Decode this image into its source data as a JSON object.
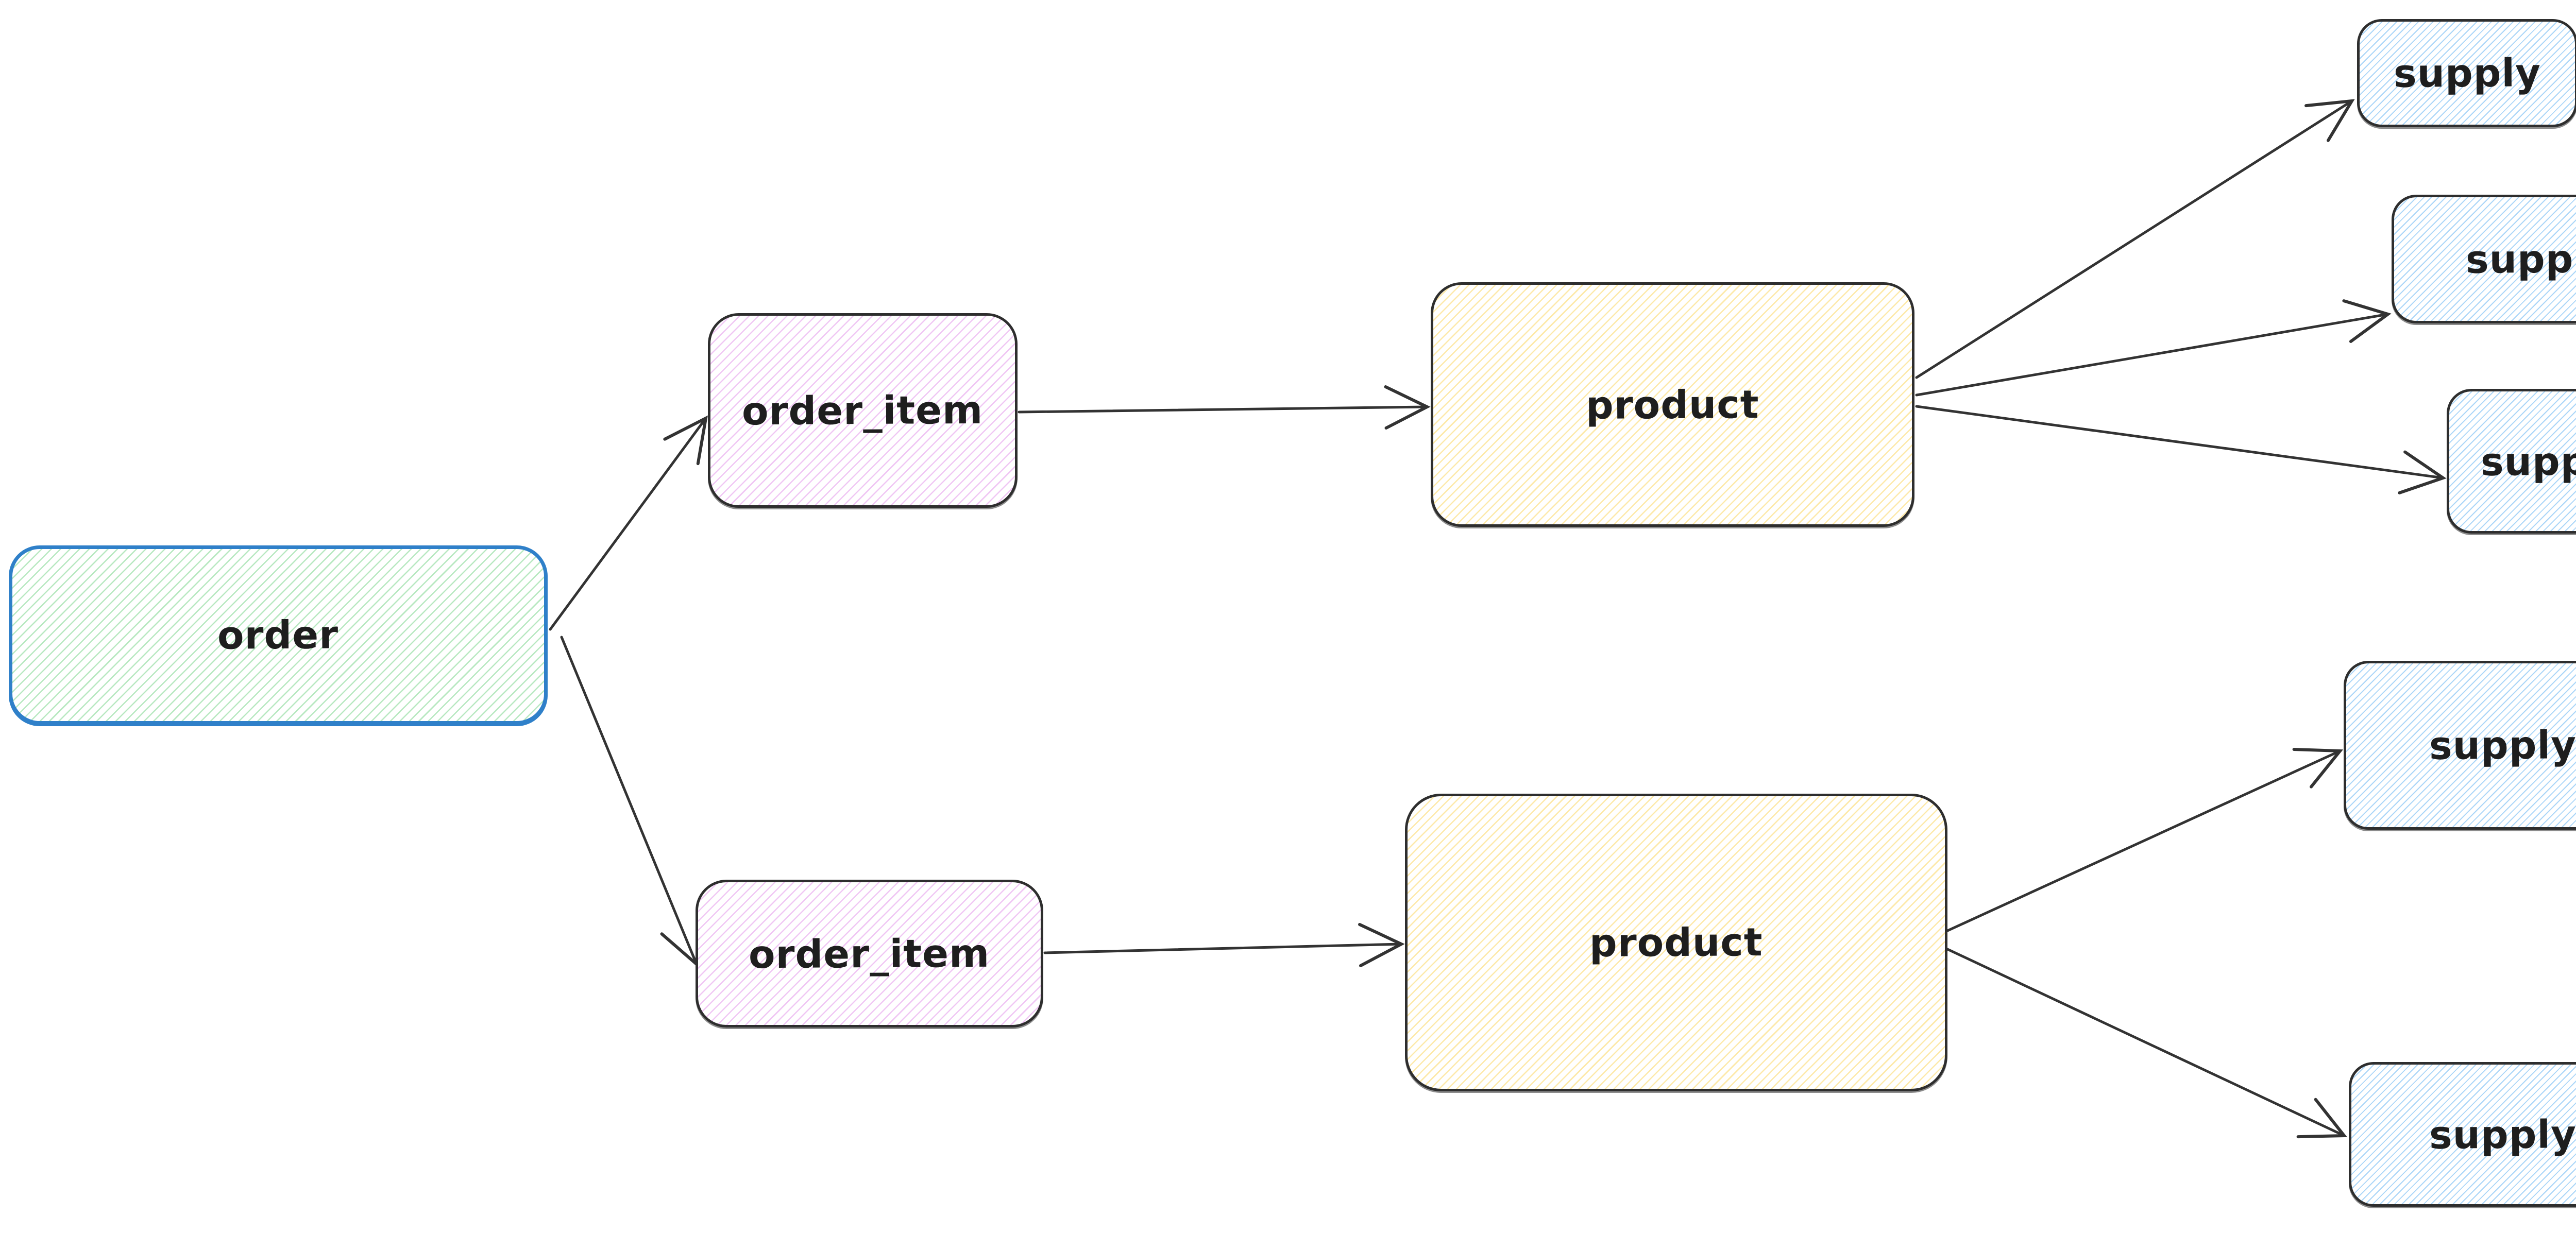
{
  "nodes": {
    "order": {
      "label": "order"
    },
    "order_item_top": {
      "label": "order_item"
    },
    "order_item_bottom": {
      "label": "order_item"
    },
    "product_top": {
      "label": "product"
    },
    "product_bottom": {
      "label": "product"
    },
    "supply_1": {
      "label": "supply"
    },
    "supply_2": {
      "label": "supply"
    },
    "supply_3": {
      "label": "supply"
    },
    "supply_4": {
      "label": "supply"
    },
    "supply_5": {
      "label": "supply"
    }
  },
  "edges": [
    {
      "from": "order",
      "to": "order_item_top"
    },
    {
      "from": "order",
      "to": "order_item_bottom"
    },
    {
      "from": "order_item_top",
      "to": "product_top"
    },
    {
      "from": "order_item_bottom",
      "to": "product_bottom"
    },
    {
      "from": "product_top",
      "to": "supply_1"
    },
    {
      "from": "product_top",
      "to": "supply_2"
    },
    {
      "from": "product_top",
      "to": "supply_3"
    },
    {
      "from": "product_bottom",
      "to": "supply_4"
    },
    {
      "from": "product_bottom",
      "to": "supply_5"
    }
  ],
  "colors": {
    "background": "#ffffff",
    "text": "#1e1e1e",
    "arrow": "#333333",
    "dark_border": "#2e2e2e",
    "order_border": "#2f80c9",
    "order_hatch": "#b7e8c0",
    "order_item_hatch": "#f0c7f4",
    "product_hatch": "#fde9a9",
    "supply_hatch": "#abd6f8"
  }
}
